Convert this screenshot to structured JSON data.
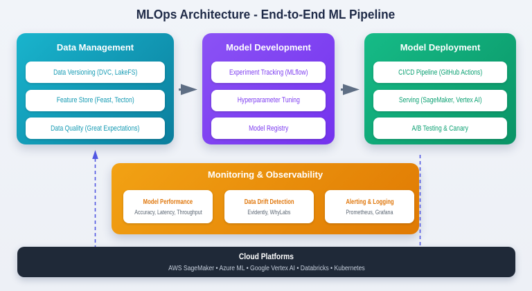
{
  "title": "MLOps Architecture - End-to-End ML Pipeline",
  "stages": [
    {
      "title": "Data Management",
      "gradient_from": "#19b4cd",
      "gradient_to": "#0b7e9d",
      "item_text_color": "#149ab3",
      "items": [
        "Data Versioning (DVC, LakeFS)",
        "Feature Store (Feast, Tecton)",
        "Data Quality (Great Expectations)"
      ]
    },
    {
      "title": "Model Development",
      "gradient_from": "#8b52f5",
      "gradient_to": "#7433ee",
      "item_text_color": "#7d3cf0",
      "items": [
        "Experiment Tracking (MLflow)",
        "Hyperparameter Tuning",
        "Model Registry"
      ]
    },
    {
      "title": "Model Deployment",
      "gradient_from": "#16bb87",
      "gradient_to": "#0a9466",
      "item_text_color": "#0ca173",
      "items": [
        "CI/CD Pipeline (GitHub Actions)",
        "Serving (SageMaker, Vertex AI)",
        "A/B Testing & Canary"
      ]
    }
  ],
  "monitoring": {
    "title": "Monitoring & Observability",
    "gradient_from": "#f2a214",
    "gradient_to": "#e07a03",
    "card_title_color": "#e0770c",
    "cards": [
      {
        "title": "Model Performance",
        "subtitle": "Accuracy, Latency, Throughput"
      },
      {
        "title": "Data Drift Detection",
        "subtitle": "Evidently, WhyLabs"
      },
      {
        "title": "Alerting & Logging",
        "subtitle": "Prometheus, Grafana"
      }
    ]
  },
  "cloud": {
    "title": "Cloud Platforms",
    "platforms": "AWS SageMaker • Azure ML • Google Vertex AI • Databricks • Kubernetes",
    "background": "#1f2938"
  },
  "connectors": {
    "flow_arrow_color": "#5e6e84",
    "feedback_dash_color": "#5157e2"
  }
}
